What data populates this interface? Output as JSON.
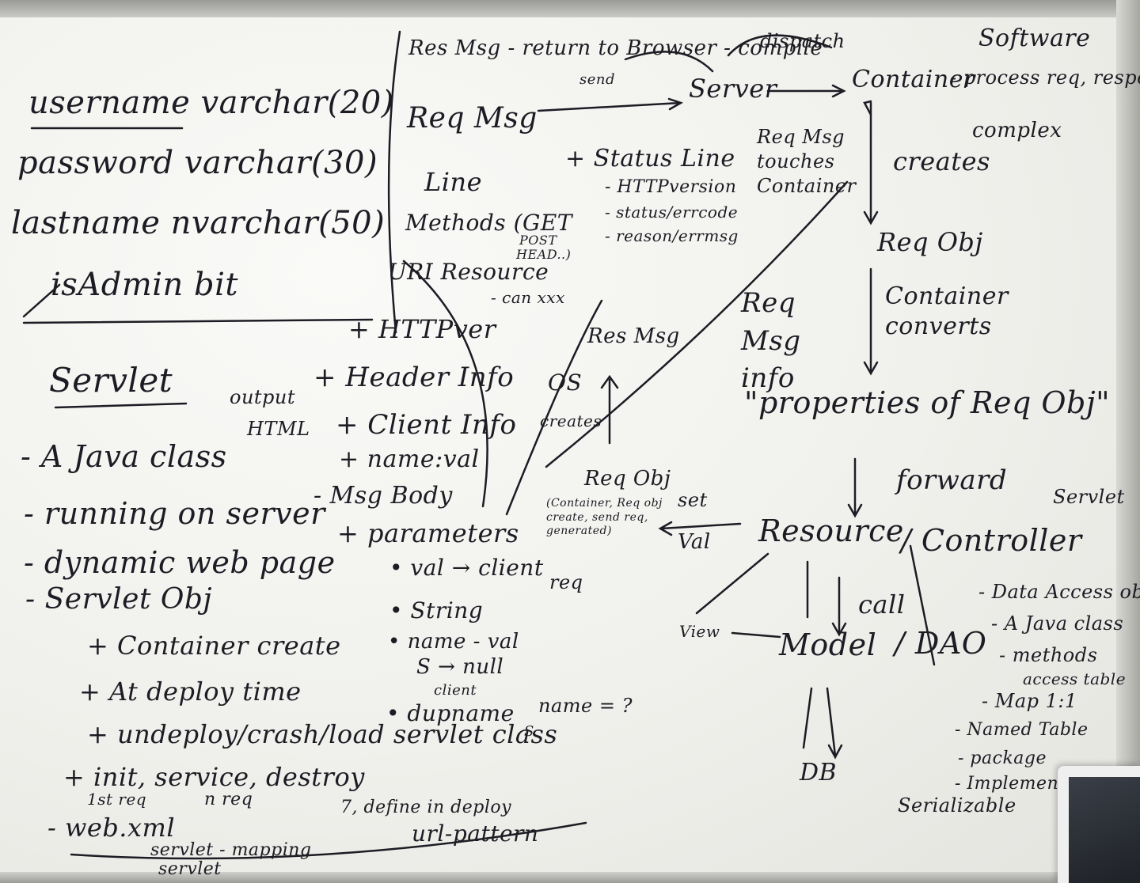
{
  "schema": [
    "username varchar(20)",
    "password varchar(30)",
    "lastname nvarchar(50)",
    "isAdmin bit"
  ],
  "servlet_heading": "Servlet",
  "servlet_notes": [
    "- A Java class",
    "- running on server",
    "- dynamic web page",
    "- Servlet Obj",
    "+ Container create",
    "+ At deploy time",
    "+ undeploy/crash/load servlet class",
    "+ init, service, destroy",
    "1st req",
    "n req",
    "- web.xml",
    "servlet - mapping",
    "servlet",
    "url-pattern",
    "7, define in deploy"
  ],
  "output_label": "output",
  "html_label": "HTML",
  "request_notes": [
    "Res Msg - return to Browser - compile",
    "send",
    "Req Msg",
    "Line",
    "Methods (GET",
    "POST",
    "HEAD..)",
    "URI Resource",
    "- can xxx",
    "+ HTTPver",
    "+ Header Info",
    "+ Client Info",
    "+ name:val",
    "- Msg Body",
    "+ parameters",
    "• val → client",
    "• String",
    "• name - val",
    "S → null",
    "client",
    "• dupname",
    "S",
    "name = ?"
  ],
  "status_notes": [
    "+ Status Line",
    "- HTTPversion",
    "- status/errcode",
    "- reason/errmsg"
  ],
  "flow_notes": [
    "dispatch",
    "Server",
    "Container",
    "- process req, respon",
    "complex",
    "Software",
    "creates",
    "Req Msg touches Container",
    "Req Obj",
    "Container converts",
    "Req Msg info",
    "Res Msg",
    "OS",
    "creates",
    "\"properties of Req Obj\"",
    "Req Obj",
    "set",
    "Val",
    "(Container, Req obj create, send req, generated)",
    "req",
    "Resource",
    "forward",
    "/ Controller",
    "Servlet",
    "call",
    "View",
    "Model",
    "/ DAO",
    "DB"
  ],
  "dao_notes": [
    "- Data Access obj",
    "- A Java class",
    "- methods",
    "access table",
    "- Map 1:1",
    "- Named Table",
    "- package",
    "- Implements",
    "Serializable"
  ]
}
